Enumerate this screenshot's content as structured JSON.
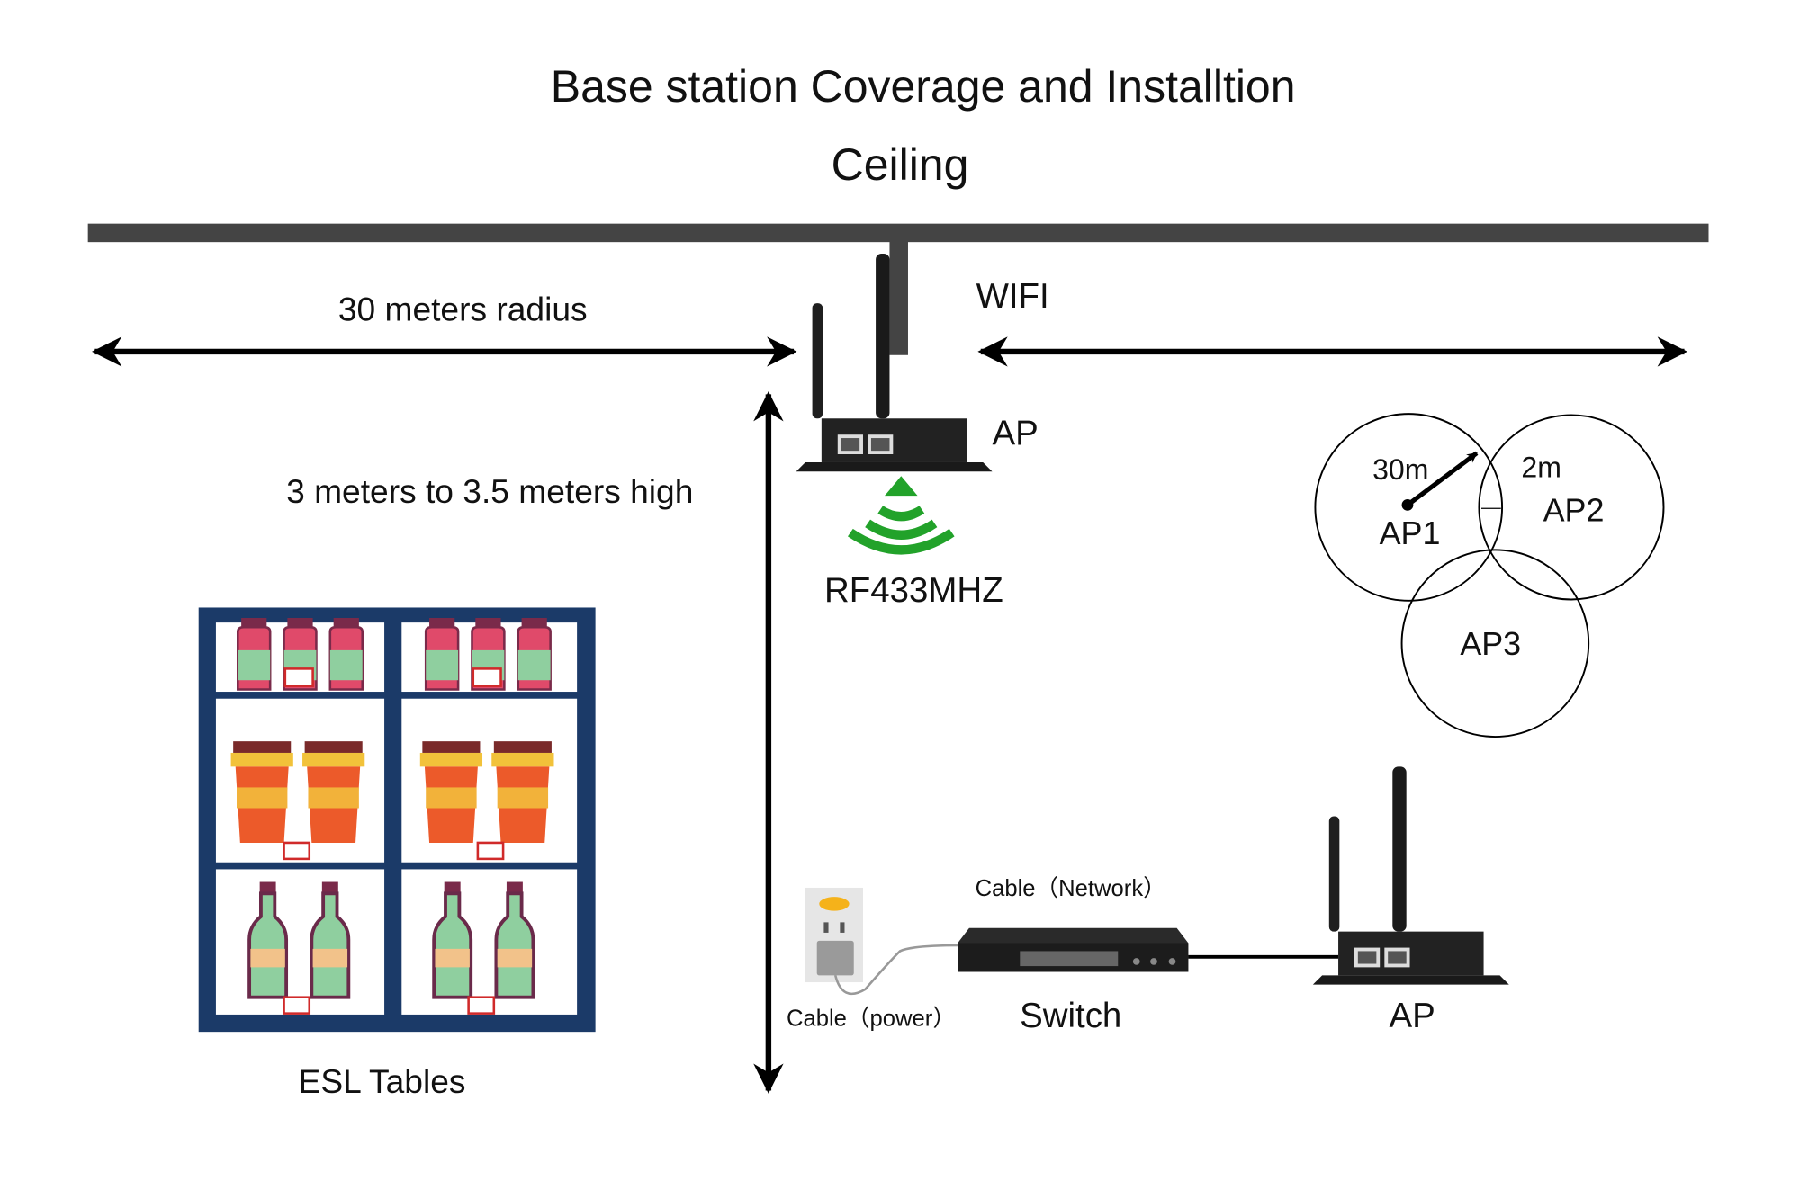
{
  "title": "Base station Coverage and Installtion",
  "ceiling_label": "Ceiling",
  "radius_label": "30 meters radius",
  "wifi_label": "WIFI",
  "height_label": "3 meters to 3.5 meters high",
  "ap_top_label": "AP",
  "rf_label": "RF433MHZ",
  "coverage": {
    "distance_label": "30m",
    "gap_label": "2m",
    "ap1": "AP1",
    "ap2": "AP2",
    "ap3": "AP3"
  },
  "shelf_label": "ESL Tables",
  "cable_network_label": "Cable（Network）",
  "cable_power_label": "Cable（power）",
  "switch_label": "Switch",
  "ap_bottom_label": "AP",
  "colors": {
    "ceiling": "#444444",
    "signal": "#22a22a",
    "shelf": "#1b3a68",
    "device": "#1f1f1f"
  },
  "icons": [
    "access-point-icon",
    "rf-signal-icon",
    "power-socket-icon",
    "network-switch-icon",
    "shelf-icon"
  ]
}
